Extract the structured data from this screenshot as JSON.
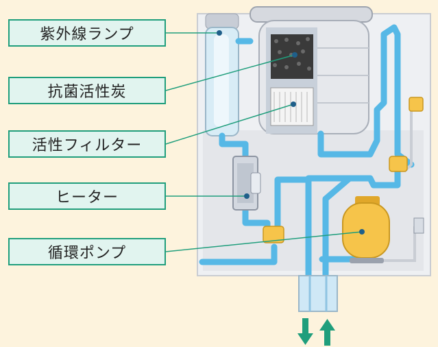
{
  "labels": {
    "uv_lamp": "紫外線ランプ",
    "antibacterial_carbon": "抗菌活性炭",
    "active_filter": "活性フィルター",
    "heater": "ヒーター",
    "circulation_pump": "循環ポンプ"
  },
  "colors": {
    "background": "#fdf3dd",
    "label_fill": "#e1f4ef",
    "label_border": "#1f9e7c",
    "pipe": "#56b8e6",
    "pump": "#f6c44a",
    "arrow": "#1f9e7c"
  },
  "icons": [
    "flow-down-arrow-icon",
    "flow-up-arrow-icon"
  ]
}
